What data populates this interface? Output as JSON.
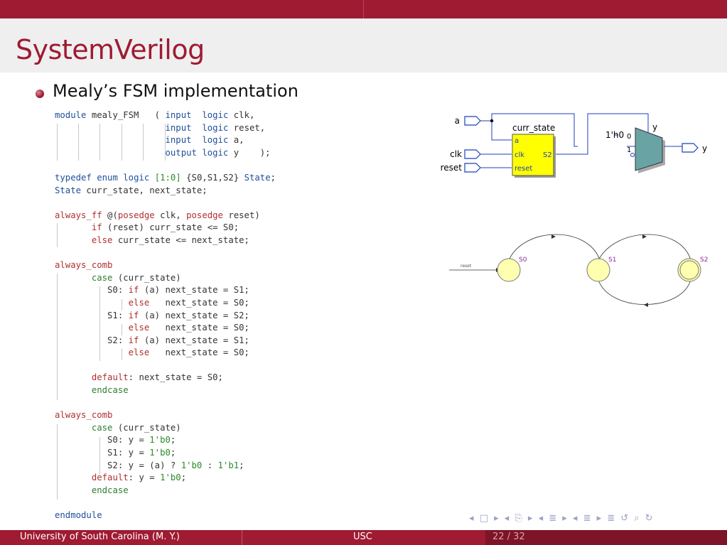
{
  "header": {
    "title": "SystemVerilog"
  },
  "bullet": "Mealy’s FSM implementation",
  "code": {
    "lines": [
      "module mealy_FSM   ( input  logic clk,",
      "                     input  logic reset,",
      "                     input  logic a,",
      "                     output logic y    );",
      "",
      "typedef enum logic [1:0] {S0,S1,S2} State;",
      "State curr_state, next_state;",
      "",
      "always_ff @(posedge clk, posedge reset)",
      "       if (reset) curr_state <= S0;",
      "       else curr_state <= next_state;",
      "",
      "always_comb",
      "       case (curr_state)",
      "          S0: if (a) next_state = S1;",
      "              else   next_state = S0;",
      "          S1: if (a) next_state = S2;",
      "              else   next_state = S0;",
      "          S2: if (a) next_state = S1;",
      "              else   next_state = S0;",
      "",
      "       default: next_state = S0;",
      "       endcase",
      "",
      "always_comb",
      "       case (curr_state)",
      "          S0: y = 1'b0;",
      "          S1: y = 1'b0;",
      "          S2: y = (a) ? 1'b0 : 1'b1;",
      "       default: y = 1'b0;",
      "       endcase",
      "",
      "endmodule"
    ]
  },
  "schematic": {
    "inputs": [
      "a",
      "clk",
      "reset"
    ],
    "output": "y",
    "block_title": "curr_state",
    "block_ports": {
      "a": "a",
      "clk": "clk",
      "reset": "reset",
      "out": "S2"
    },
    "mux_label": "y",
    "const_label": "1'h0",
    "mux_in0": "0",
    "mux_in1": "1",
    "colors": {
      "block": "#ffff00",
      "mux": "#6aa3a3",
      "wire": "#000000",
      "port": "#1f3fbf"
    }
  },
  "state_diagram": {
    "reset_label": "reset",
    "states": [
      "S0",
      "S1",
      "S2"
    ],
    "colors": {
      "state_fill": "#ffffb0",
      "state_label": "#8a2a9a"
    }
  },
  "footer": {
    "left": "University of South Carolina  (M. Y.)",
    "center": "USC",
    "page": "22 / 32"
  },
  "nav_symbols": "◂ □ ▸ ◂ ⎘ ▸ ◂ ≣ ▸ ◂ ≣ ▸   ≣   ↺ ⌕ ↻"
}
